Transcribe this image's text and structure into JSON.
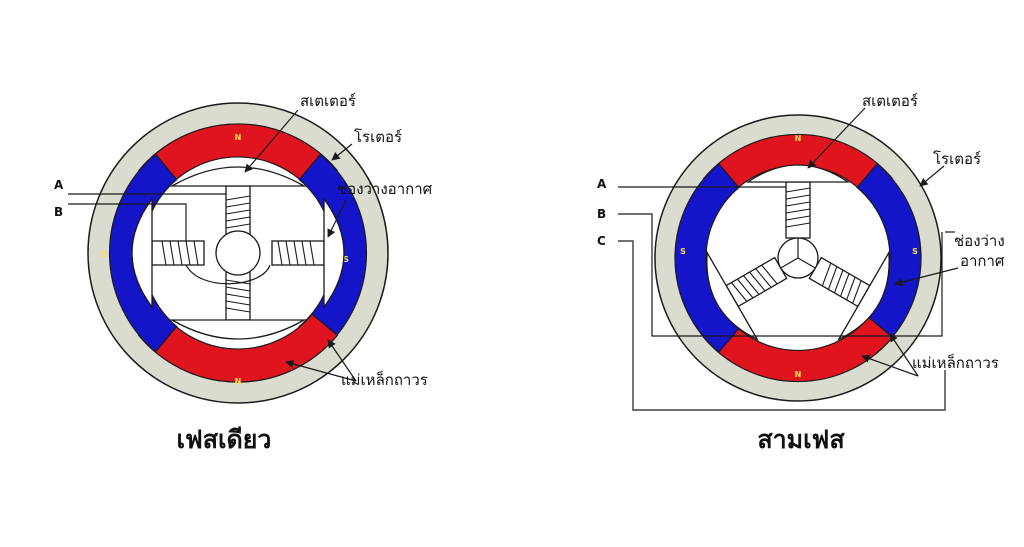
{
  "single_phase": {
    "caption": "เฟสเดียว",
    "stator_label": "สเตเตอร์",
    "rotor_label": "โรเตอร์",
    "air_gap_label": "ช่องว่างอากาศ",
    "magnet_label": "แม่เหล็กถาวร",
    "terminals": [
      "A",
      "B"
    ],
    "poles": {
      "north": "N",
      "south": "S"
    }
  },
  "three_phase": {
    "caption": "สามเฟส",
    "stator_label": "สเตเตอร์",
    "rotor_label": "โรเตอร์",
    "air_gap_label_line1": "ช่องว่าง",
    "air_gap_label_line2": "อากาศ",
    "magnet_label": "แม่เหล็กถาวร",
    "terminals": [
      "A",
      "B",
      "C"
    ],
    "poles": {
      "north": "N",
      "south": "S"
    }
  },
  "colors": {
    "housing": "#d9dccf",
    "north_magnet": "#e0141e",
    "south_magnet": "#1414c8"
  }
}
